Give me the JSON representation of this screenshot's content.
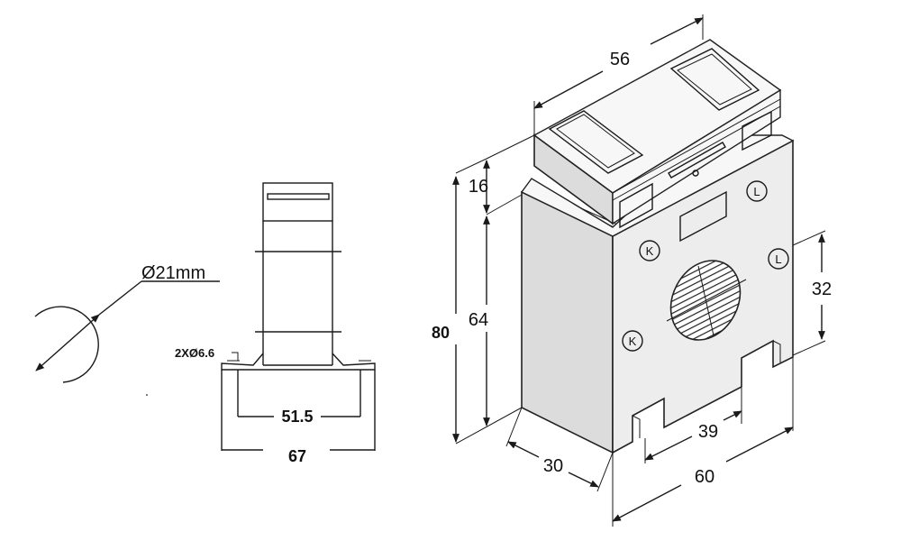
{
  "dimensions": {
    "diameter": "Ø21mm",
    "holes": "2XØ6.6",
    "base_inner": "51.5",
    "base_outer": "67",
    "top_width": "56",
    "clip_height": "16",
    "body_height": "64",
    "total_height": "80",
    "window_height": "32",
    "depth": "30",
    "slot_width": "39",
    "front_width": "60"
  },
  "terminal_marks": {
    "k_upper": "K",
    "l_upper": "L",
    "k_left": "K",
    "l_right": "L"
  },
  "colors": {
    "line": "#1a1a1a",
    "body_fill": "#ededed",
    "side_fill": "#dcdcdc"
  }
}
